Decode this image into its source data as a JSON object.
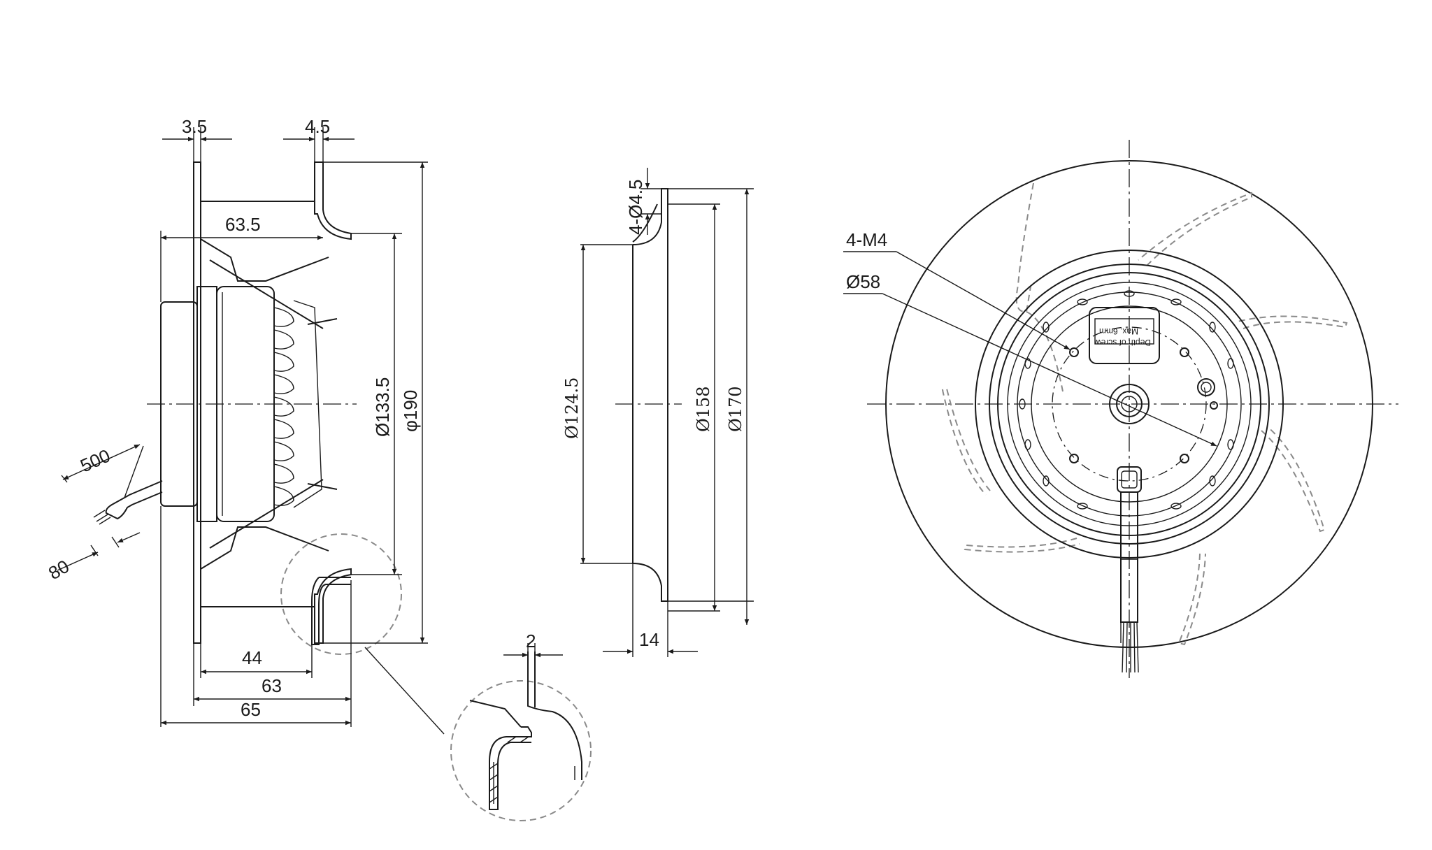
{
  "side_view": {
    "flange_thickness": "3.5",
    "ring_thickness": "4.5",
    "motor_depth": "63.5",
    "dia_inlet": "Ø133.5",
    "dia_outer": "φ190",
    "cable_length": "500",
    "cable_strip": "80",
    "wheel_depth": "44",
    "wheel_total": "63",
    "overall_depth": "65",
    "detail_thickness": "2"
  },
  "inlet_ring": {
    "mount_holes": "4-Ø4.5",
    "dia_throat": "Ø124.5",
    "dia_flange_inner": "Ø158",
    "dia_flange_outer": "Ø170",
    "depth": "14"
  },
  "front_view": {
    "thread_callout": "4-M4",
    "bolt_circle": "Ø58",
    "label_line1": "Depth of screw",
    "label_line2": "Max. 6mm"
  }
}
